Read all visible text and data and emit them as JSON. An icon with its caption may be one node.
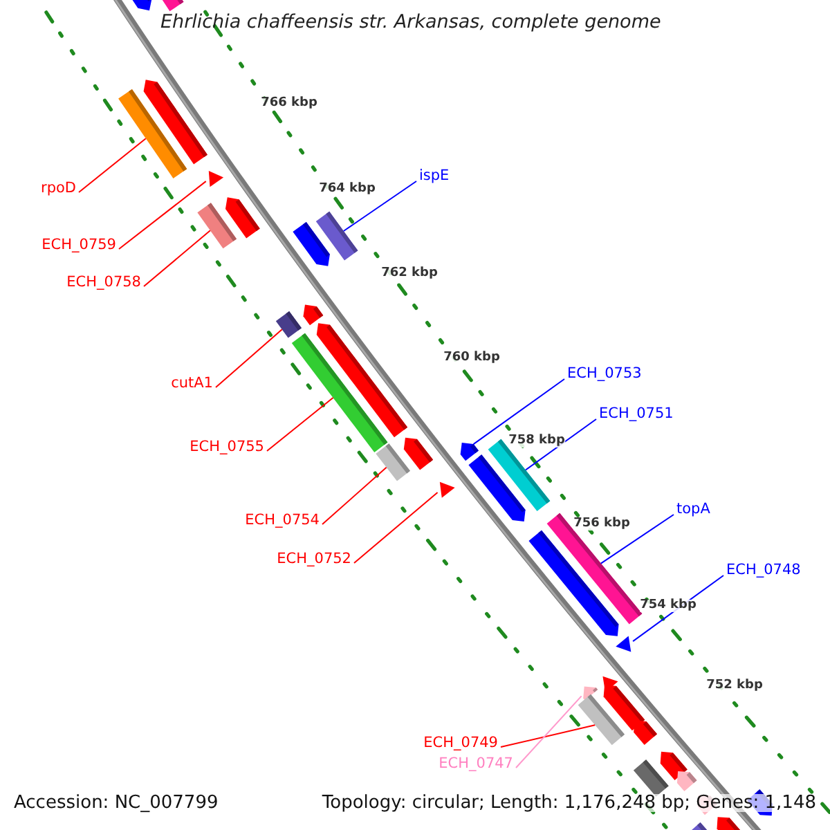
{
  "diagram": {
    "title": "Ehrlichia chaffeensis str. Arkansas, complete genome",
    "nodes": [
      {
        "text": [
          "rpoD"
        ]
      },
      {
        "text": [],
        "shape": "arrow"
      },
      {
        "text": [
          "ispE"
        ]
      },
      {
        "text": [],
        "shape": "arrow"
      },
      {
        "text": [
          "ECH_0759"
        ]
      },
      {
        "text": [],
        "shape": "arrow"
      },
      {
        "text": [
          "ECH_0758"
        ]
      },
      {
        "text": [],
        "shape": "arrow"
      },
      {
        "text": [
          "cutA1"
        ]
      },
      {
        "text": [],
        "shape": "arrow"
      },
      {
        "text": [
          "ECH_0753"
        ]
      },
      {
        "text": [],
        "shape": "arrow"
      },
      {
        "text": [
          "ECH_0751"
        ]
      },
      {
        "text": [],
        "shape": "arrow"
      },
      {
        "text": [
          "ECH_0755"
        ]
      },
      {
        "text": [],
        "shape": "arrow"
      },
      {
        "text": [
          "topA"
        ]
      },
      {
        "text": [],
        "shape": "arrow"
      },
      {
        "text": [
          "ECH_0754"
        ]
      },
      {
        "text": [],
        "shape": "arrow"
      },
      {
        "text": [
          "ECH_0752"
        ]
      },
      {
        "text": [],
        "shape": "arrow"
      },
      {
        "text": [
          "ECH_0748"
        ]
      },
      {
        "text": [],
        "shape": "arrow"
      },
      {
        "text": [
          "ECH_0749"
        ]
      },
      {
        "text": [],
        "shape": "arrow"
      },
      {
        "text": [
          "ECH_0747"
        ]
      },
      {
        "text": [],
        "shape": "arrow"
      },
      {
        "text": [],
        "shape": "arrow"
      },
      {
        "text": [],
        "shape": "arrow"
      },
      {
        "text": [],
        "shape": "arrow"
      },
      {
        "text": [],
        "shape": "arrow"
      },
      {
        "text": [],
        "shape": "arrow"
      },
      {
        "text": [],
        "shape": "arrow"
      },
      {
        "text": [],
        "shape": "arrow"
      },
      {
        "text": [],
        "shape": "arrow"
      },
      {
        "text": [],
        "shape": "arrow"
      },
      {
        "text": [],
        "shape": "arrow"
      },
      {
        "text": [],
        "shape": "arrow"
      },
      {
        "text": [],
        "shape": "arrow"
      },
      {
        "text": [],
        "shape": "arrow"
      },
      {
        "text": [],
        "shape": "arrow"
      },
      {
        "text": [],
        "shape": "arrow"
      },
      {
        "text": [],
        "shape": "arrow"
      },
      {
        "text": [],
        "shape": "arrow"
      },
      {
        "text": [],
        "shape": "arrow"
      },
      {
        "text": [],
        "shape": "arrow"
      },
      {
        "text": [],
        "shape": "arrow"
      }
    ],
    "edges": [
      {
        "from": 0,
        "to": 1,
        "arrow": "none"
      },
      {
        "from": 2,
        "to": 3,
        "arrow": "none",
        "color": "#0000ff"
      },
      {
        "from": 4,
        "to": 5,
        "arrow": "none"
      },
      {
        "from": 6,
        "to": 7,
        "arrow": "none"
      },
      {
        "from": 8,
        "to": 9,
        "arrow": "none"
      },
      {
        "from": 10,
        "to": 11,
        "arrow": "none",
        "color": "#0000ff"
      },
      {
        "from": 12,
        "to": 13,
        "arrow": "none",
        "color": "#0000ff"
      },
      {
        "from": 14,
        "to": 15,
        "arrow": "none"
      },
      {
        "from": 16,
        "to": 17,
        "arrow": "none",
        "color": "#0000ff"
      },
      {
        "from": 18,
        "to": 19,
        "arrow": "none"
      },
      {
        "from": 20,
        "to": 21,
        "arrow": "none"
      },
      {
        "from": 22,
        "to": 23,
        "arrow": "none",
        "color": "#0000ff"
      },
      {
        "from": 24,
        "to": 25,
        "arrow": "none"
      },
      {
        "from": 26,
        "to": 27,
        "arrow": "none",
        "color": "#ff99cc"
      }
    ],
    "labels": [
      "766 kbp",
      "764 kbp",
      "762 kbp",
      "760 kbp",
      "758 kbp",
      "756 kbp",
      "754 kbp",
      "752 kbp",
      "Accession: NC_007799",
      "Topology: circular; Length: 1,176,248 bp; Genes: 1,148"
    ]
  }
}
